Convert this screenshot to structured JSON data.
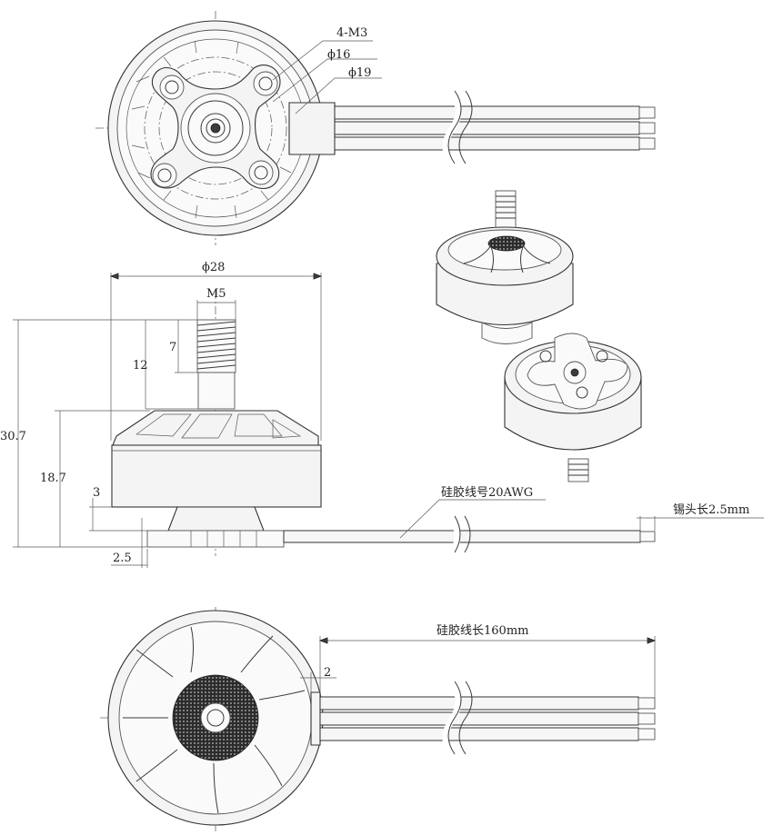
{
  "labels": {
    "bolt_count": "4-M3",
    "dia_16": "ϕ16",
    "dia_19": "ϕ19",
    "dia_28": "ϕ28",
    "thread": "M5",
    "thread_len": "7",
    "shaft_len": "12",
    "total_height": "30.7",
    "body_height": "18.7",
    "base_gap": "3",
    "base_thick": "2.5",
    "wire_gauge": "硅胶线号20AWG",
    "tin_len": "锡头长2.5mm",
    "wire_len": "硅胶线长160mm",
    "exit_offset": "2"
  }
}
